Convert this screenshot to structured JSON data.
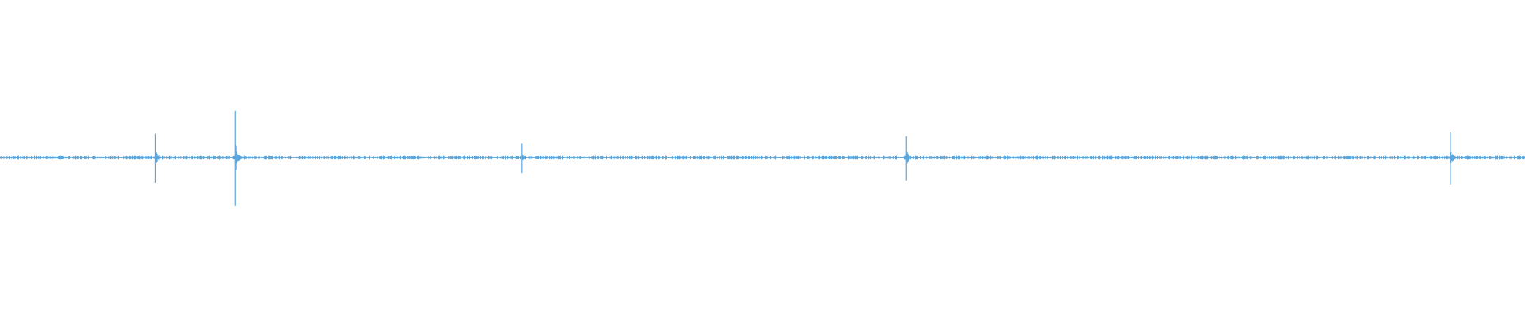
{
  "waveform": {
    "color": "#5aa7e0",
    "background": "#ffffff",
    "baseline_amplitude": 0.012,
    "spikes": [
      {
        "position": 0.1018,
        "up": 0.19,
        "down": 0.2
      },
      {
        "position": 0.1543,
        "up": 0.37,
        "down": 0.38
      },
      {
        "position": 0.3421,
        "up": 0.11,
        "down": 0.12
      },
      {
        "position": 0.5944,
        "up": 0.17,
        "down": 0.18
      },
      {
        "position": 0.951,
        "up": 0.2,
        "down": 0.21
      }
    ]
  }
}
